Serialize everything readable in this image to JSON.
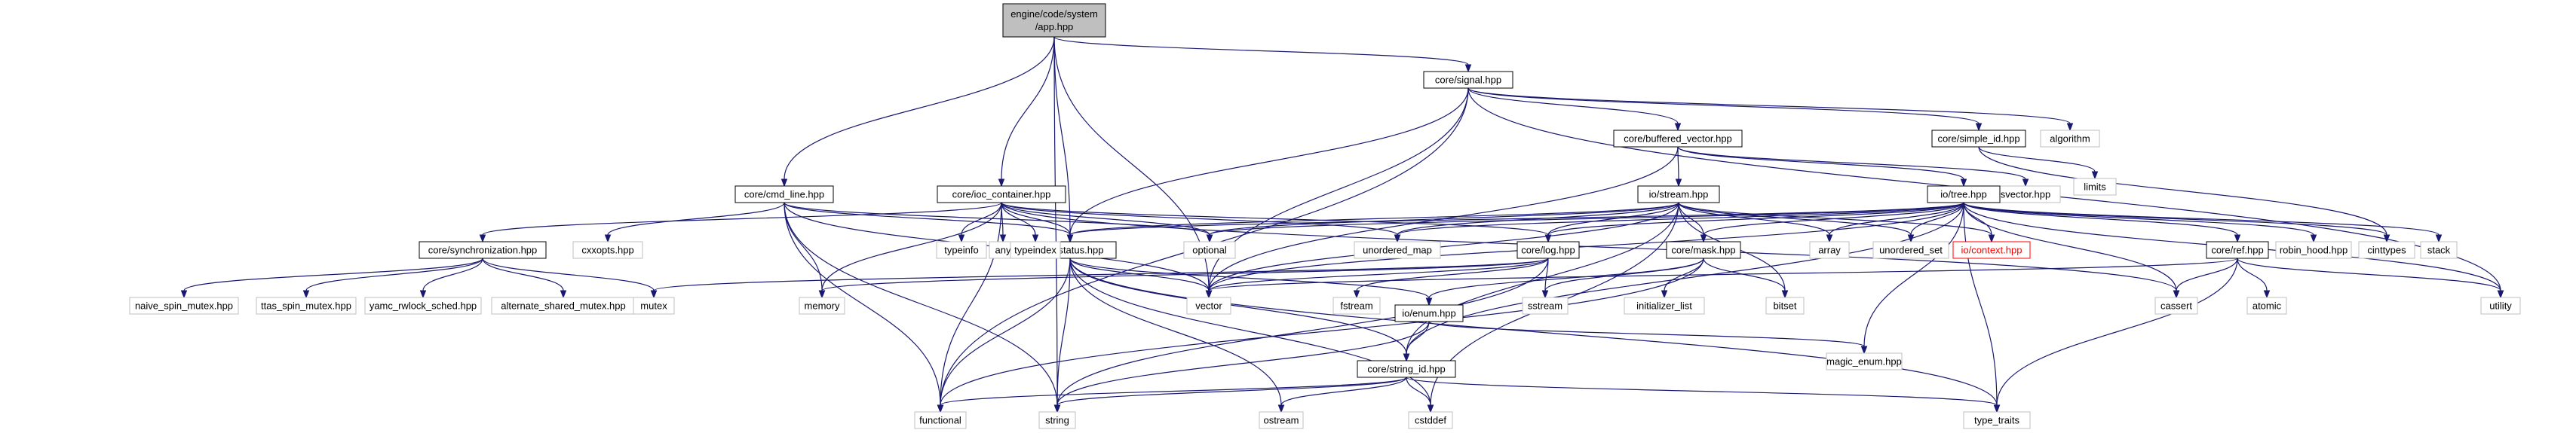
{
  "diagram": {
    "colors": {
      "edge": "#191970",
      "root_fill": "#bfbfbf",
      "node_border": "#000000",
      "external_border": "#bfbfbf",
      "highlight_border": "#ff0000"
    },
    "nodes": [
      {
        "id": "app",
        "label": [
          "engine/code/system",
          "/app.hpp"
        ],
        "style": "root"
      },
      {
        "id": "signal",
        "label": [
          "core/signal.hpp"
        ],
        "style": "internal"
      },
      {
        "id": "cmd_line",
        "label": [
          "core/cmd_line.hpp"
        ],
        "style": "internal"
      },
      {
        "id": "ioc",
        "label": [
          "core/ioc_container.hpp"
        ],
        "style": "internal"
      },
      {
        "id": "buffered_vector",
        "label": [
          "core/buffered_vector.hpp"
        ],
        "style": "internal"
      },
      {
        "id": "simple_id",
        "label": [
          "core/simple_id.hpp"
        ],
        "style": "internal"
      },
      {
        "id": "algorithm",
        "label": [
          "algorithm"
        ],
        "style": "external"
      },
      {
        "id": "limits",
        "label": [
          "limits"
        ],
        "style": "external"
      },
      {
        "id": "svector",
        "label": [
          "svector.hpp"
        ],
        "style": "external"
      },
      {
        "id": "io_stream",
        "label": [
          "io/stream.hpp"
        ],
        "style": "internal"
      },
      {
        "id": "io_tree",
        "label": [
          "io/tree.hpp"
        ],
        "style": "internal"
      },
      {
        "id": "cxxopts",
        "label": [
          "cxxopts.hpp"
        ],
        "style": "external"
      },
      {
        "id": "sync",
        "label": [
          "core/synchronization.hpp"
        ],
        "style": "internal"
      },
      {
        "id": "status",
        "label": [
          "core/status.hpp"
        ],
        "style": "internal"
      },
      {
        "id": "typeinfo",
        "label": [
          "typeinfo"
        ],
        "style": "external"
      },
      {
        "id": "any",
        "label": [
          "any"
        ],
        "style": "external"
      },
      {
        "id": "typeindex",
        "label": [
          "typeindex"
        ],
        "style": "external"
      },
      {
        "id": "optional",
        "label": [
          "optional"
        ],
        "style": "external"
      },
      {
        "id": "unordered_map",
        "label": [
          "unordered_map"
        ],
        "style": "external"
      },
      {
        "id": "log",
        "label": [
          "core/log.hpp"
        ],
        "style": "internal"
      },
      {
        "id": "mask",
        "label": [
          "core/mask.hpp"
        ],
        "style": "internal"
      },
      {
        "id": "array",
        "label": [
          "array"
        ],
        "style": "external"
      },
      {
        "id": "unordered_set",
        "label": [
          "unordered_set"
        ],
        "style": "external"
      },
      {
        "id": "io_context",
        "label": [
          "io/context.hpp"
        ],
        "style": "redbox"
      },
      {
        "id": "ref",
        "label": [
          "core/ref.hpp"
        ],
        "style": "internal"
      },
      {
        "id": "robin_hood",
        "label": [
          "robin_hood.hpp"
        ],
        "style": "external"
      },
      {
        "id": "cinttypes",
        "label": [
          "cinttypes"
        ],
        "style": "external"
      },
      {
        "id": "stack",
        "label": [
          "stack"
        ],
        "style": "external"
      },
      {
        "id": "naive",
        "label": [
          "naive_spin_mutex.hpp"
        ],
        "style": "external"
      },
      {
        "id": "ttas",
        "label": [
          "ttas_spin_mutex.hpp"
        ],
        "style": "external"
      },
      {
        "id": "yamc",
        "label": [
          "yamc_rwlock_sched.hpp"
        ],
        "style": "external"
      },
      {
        "id": "alt_shared",
        "label": [
          "alternate_shared_mutex.hpp"
        ],
        "style": "external"
      },
      {
        "id": "mutex",
        "label": [
          "mutex"
        ],
        "style": "external"
      },
      {
        "id": "memory",
        "label": [
          "memory"
        ],
        "style": "external"
      },
      {
        "id": "vector",
        "label": [
          "vector"
        ],
        "style": "external"
      },
      {
        "id": "fstream",
        "label": [
          "fstream"
        ],
        "style": "external"
      },
      {
        "id": "sstream",
        "label": [
          "sstream"
        ],
        "style": "external"
      },
      {
        "id": "io_enum",
        "label": [
          "io/enum.hpp"
        ],
        "style": "internal"
      },
      {
        "id": "initializer_list",
        "label": [
          "initializer_list"
        ],
        "style": "external"
      },
      {
        "id": "bitset",
        "label": [
          "bitset"
        ],
        "style": "external"
      },
      {
        "id": "cassert",
        "label": [
          "cassert"
        ],
        "style": "external"
      },
      {
        "id": "atomic",
        "label": [
          "atomic"
        ],
        "style": "external"
      },
      {
        "id": "utility",
        "label": [
          "utility"
        ],
        "style": "external"
      },
      {
        "id": "magic_enum",
        "label": [
          "magic_enum.hpp"
        ],
        "style": "external"
      },
      {
        "id": "string_id",
        "label": [
          "core/string_id.hpp"
        ],
        "style": "internal"
      },
      {
        "id": "functional",
        "label": [
          "functional"
        ],
        "style": "external"
      },
      {
        "id": "string",
        "label": [
          "string"
        ],
        "style": "external"
      },
      {
        "id": "ostream",
        "label": [
          "ostream"
        ],
        "style": "external"
      },
      {
        "id": "cstddef",
        "label": [
          "cstddef"
        ],
        "style": "external"
      },
      {
        "id": "type_traits",
        "label": [
          "type_traits"
        ],
        "style": "external"
      }
    ],
    "edges": [
      [
        "app",
        "signal"
      ],
      [
        "app",
        "cmd_line"
      ],
      [
        "app",
        "ioc"
      ],
      [
        "app",
        "status"
      ],
      [
        "app",
        "vector"
      ],
      [
        "app",
        "string"
      ],
      [
        "signal",
        "buffered_vector"
      ],
      [
        "signal",
        "simple_id"
      ],
      [
        "signal",
        "algorithm"
      ],
      [
        "signal",
        "utility"
      ],
      [
        "signal",
        "status"
      ],
      [
        "signal",
        "vector"
      ],
      [
        "signal",
        "functional"
      ],
      [
        "buffered_vector",
        "svector"
      ],
      [
        "buffered_vector",
        "io_stream"
      ],
      [
        "buffered_vector",
        "io_tree"
      ],
      [
        "buffered_vector",
        "vector"
      ],
      [
        "simple_id",
        "limits"
      ],
      [
        "simple_id",
        "cinttypes"
      ],
      [
        "cmd_line",
        "cxxopts"
      ],
      [
        "cmd_line",
        "status"
      ],
      [
        "cmd_line",
        "optional"
      ],
      [
        "cmd_line",
        "functional"
      ],
      [
        "cmd_line",
        "memory"
      ],
      [
        "cmd_line",
        "vector"
      ],
      [
        "cmd_line",
        "string"
      ],
      [
        "ioc",
        "sync"
      ],
      [
        "ioc",
        "status"
      ],
      [
        "ioc",
        "typeinfo"
      ],
      [
        "ioc",
        "any"
      ],
      [
        "ioc",
        "typeindex"
      ],
      [
        "ioc",
        "optional"
      ],
      [
        "ioc",
        "unordered_map"
      ],
      [
        "ioc",
        "log"
      ],
      [
        "ioc",
        "memory"
      ],
      [
        "ioc",
        "functional"
      ],
      [
        "ioc",
        "cassert"
      ],
      [
        "sync",
        "naive"
      ],
      [
        "sync",
        "ttas"
      ],
      [
        "sync",
        "yamc"
      ],
      [
        "sync",
        "alt_shared"
      ],
      [
        "sync",
        "mutex"
      ],
      [
        "io_stream",
        "status"
      ],
      [
        "io_stream",
        "log"
      ],
      [
        "io_stream",
        "mask"
      ],
      [
        "io_stream",
        "string_id"
      ],
      [
        "io_stream",
        "array"
      ],
      [
        "io_stream",
        "unordered_map"
      ],
      [
        "io_stream",
        "unordered_set"
      ],
      [
        "io_stream",
        "io_context"
      ],
      [
        "io_stream",
        "optional"
      ],
      [
        "io_stream",
        "vector"
      ],
      [
        "io_stream",
        "bitset"
      ],
      [
        "io_stream",
        "cstddef"
      ],
      [
        "io_tree",
        "status"
      ],
      [
        "io_tree",
        "log"
      ],
      [
        "io_tree",
        "mask"
      ],
      [
        "io_tree",
        "ref"
      ],
      [
        "io_tree",
        "string_id"
      ],
      [
        "io_tree",
        "io_context"
      ],
      [
        "io_tree",
        "robin_hood"
      ],
      [
        "io_tree",
        "cinttypes"
      ],
      [
        "io_tree",
        "stack"
      ],
      [
        "io_tree",
        "optional"
      ],
      [
        "io_tree",
        "unordered_map"
      ],
      [
        "io_tree",
        "array"
      ],
      [
        "io_tree",
        "unordered_set"
      ],
      [
        "io_tree",
        "vector"
      ],
      [
        "io_tree",
        "cassert"
      ],
      [
        "io_tree",
        "utility"
      ],
      [
        "io_tree",
        "type_traits"
      ],
      [
        "io_tree",
        "magic_enum"
      ],
      [
        "status",
        "string_id"
      ],
      [
        "status",
        "io_enum"
      ],
      [
        "status",
        "functional"
      ],
      [
        "status",
        "string"
      ],
      [
        "status",
        "ostream"
      ],
      [
        "status",
        "cstddef"
      ],
      [
        "status",
        "type_traits"
      ],
      [
        "status",
        "vector"
      ],
      [
        "log",
        "mutex"
      ],
      [
        "log",
        "vector"
      ],
      [
        "log",
        "fstream"
      ],
      [
        "log",
        "sstream"
      ],
      [
        "log",
        "memory"
      ],
      [
        "log",
        "string"
      ],
      [
        "mask",
        "io_enum"
      ],
      [
        "mask",
        "sstream"
      ],
      [
        "mask",
        "initializer_list"
      ],
      [
        "mask",
        "bitset"
      ],
      [
        "mask",
        "functional"
      ],
      [
        "ref",
        "cassert"
      ],
      [
        "ref",
        "atomic"
      ],
      [
        "ref",
        "utility"
      ],
      [
        "ref",
        "type_traits"
      ],
      [
        "ref",
        "vector"
      ],
      [
        "io_enum",
        "string_id"
      ],
      [
        "io_enum",
        "magic_enum"
      ],
      [
        "io_enum",
        "string"
      ],
      [
        "string_id",
        "functional"
      ],
      [
        "string_id",
        "string"
      ],
      [
        "string_id",
        "ostream"
      ],
      [
        "string_id",
        "cstddef"
      ],
      [
        "string_id",
        "type_traits"
      ]
    ]
  }
}
